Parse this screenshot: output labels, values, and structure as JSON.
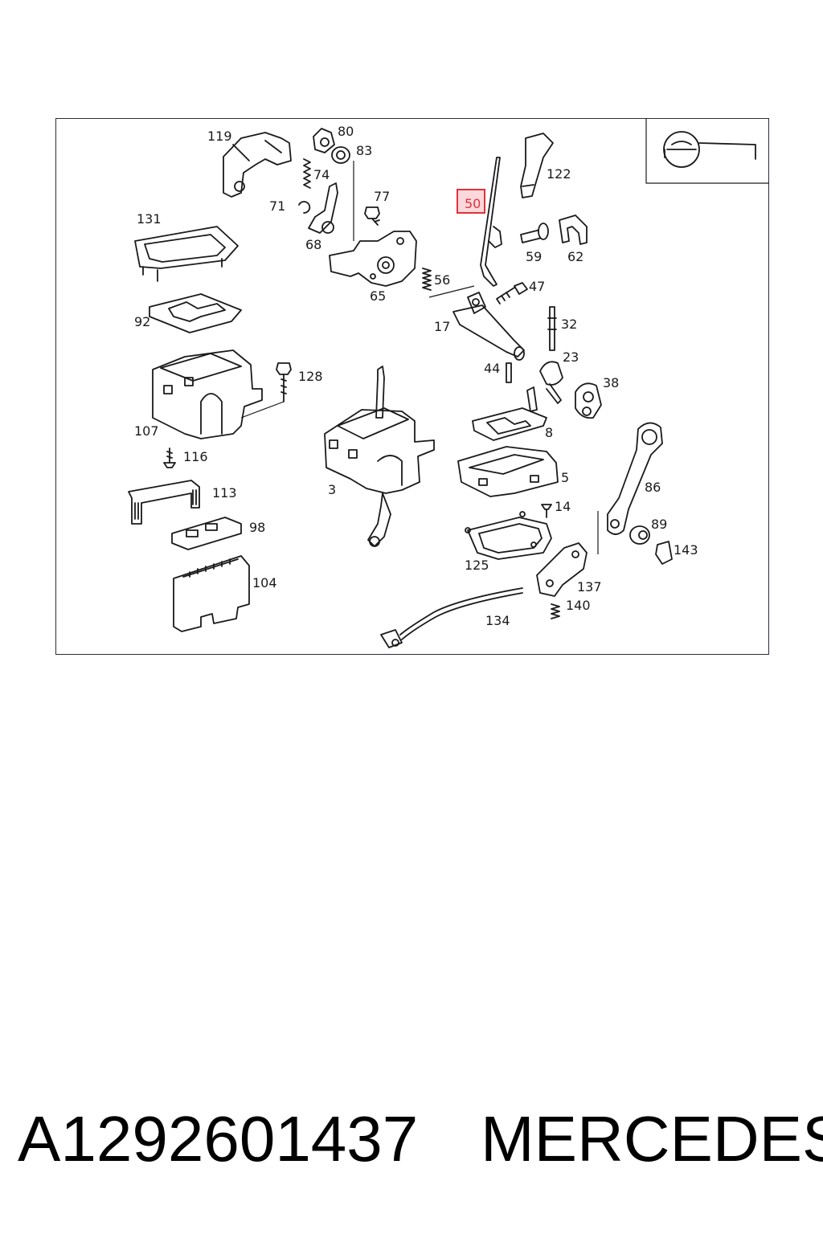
{
  "parts": [
    "119",
    "80",
    "83",
    "74",
    "71",
    "68",
    "77",
    "65",
    "56",
    "131",
    "92",
    "107",
    "128",
    "116",
    "113",
    "98",
    "104",
    "3",
    "50",
    "122",
    "59",
    "62",
    "47",
    "17",
    "32",
    "23",
    "44",
    "38",
    "8",
    "5",
    "14",
    "125",
    "86",
    "89",
    "143",
    "137",
    "140",
    "134"
  ],
  "highlighted_part": "50",
  "highlight_color": "#e0323c",
  "caption": {
    "part_number": "A1292601437",
    "brand": "MERCEDES"
  }
}
